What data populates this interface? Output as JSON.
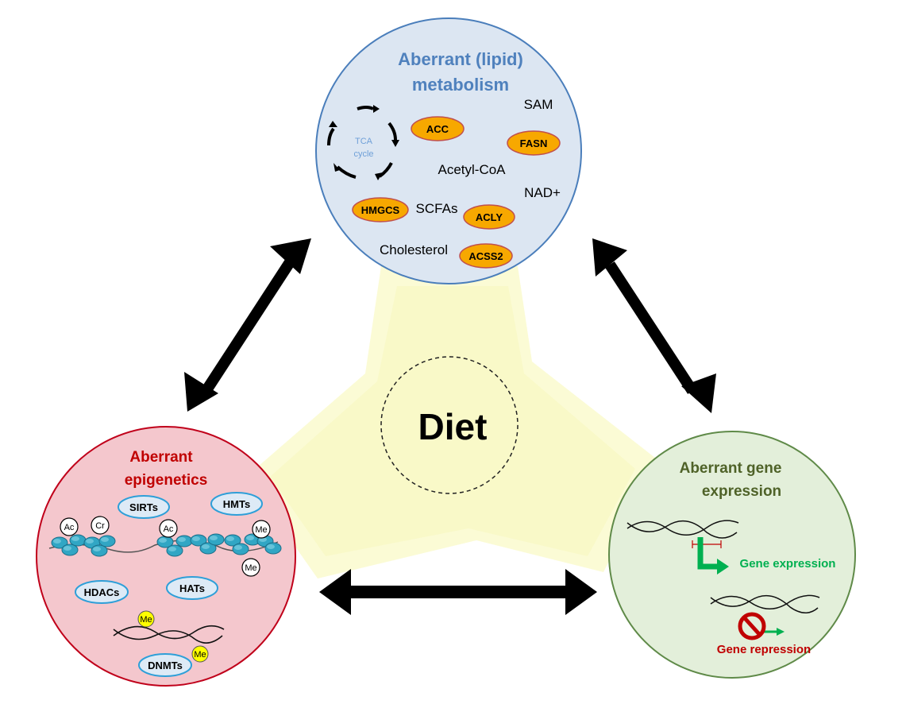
{
  "center": {
    "label": "Diet"
  },
  "metabolism": {
    "title_line1": "Aberrant (lipid)",
    "title_line2": "metabolism",
    "tca_line1": "TCA",
    "tca_line2": "cycle",
    "enzymes": [
      "ACC",
      "FASN",
      "HMGCS",
      "ACLY",
      "ACSS2"
    ],
    "metabolites": [
      "SAM",
      "Acetyl-CoA",
      "NAD+",
      "SCFAs",
      "Cholesterol"
    ]
  },
  "epigenetics": {
    "title_line1": "Aberrant",
    "title_line2": "epigenetics",
    "enzymes": [
      "SIRTs",
      "HMTs",
      "HDACs",
      "HATs",
      "DNMTs"
    ],
    "marks": [
      "Ac",
      "Cr",
      "Ac",
      "Me",
      "Me",
      "Me",
      "Me"
    ]
  },
  "gene_expression": {
    "title_line1": "Aberrant gene",
    "title_line2": "expression",
    "expression_label": "Gene expression",
    "repression_label": "Gene repression"
  },
  "colors": {
    "metabolism_fill": "#dce6f2",
    "metabolism_stroke": "#4a7ebb",
    "metabolism_title": "#4f81bd",
    "epigenetics_fill": "#f4c7cd",
    "epigenetics_stroke": "#c0001a",
    "epigenetics_title": "#c00000",
    "gene_fill": "#e3efda",
    "gene_stroke": "#5f8a48",
    "gene_title": "#4f6228",
    "enzyme_fill": "#f7a800",
    "enzyme_stroke": "#c0504d",
    "epi_enzyme_fill": "#ddeaf6",
    "epi_enzyme_stroke": "#2e9fd8",
    "triangle_fill": "#fbfbd5",
    "expression_green": "#00b050",
    "repression_red": "#c00000",
    "me_yellow": "#ffff00"
  }
}
